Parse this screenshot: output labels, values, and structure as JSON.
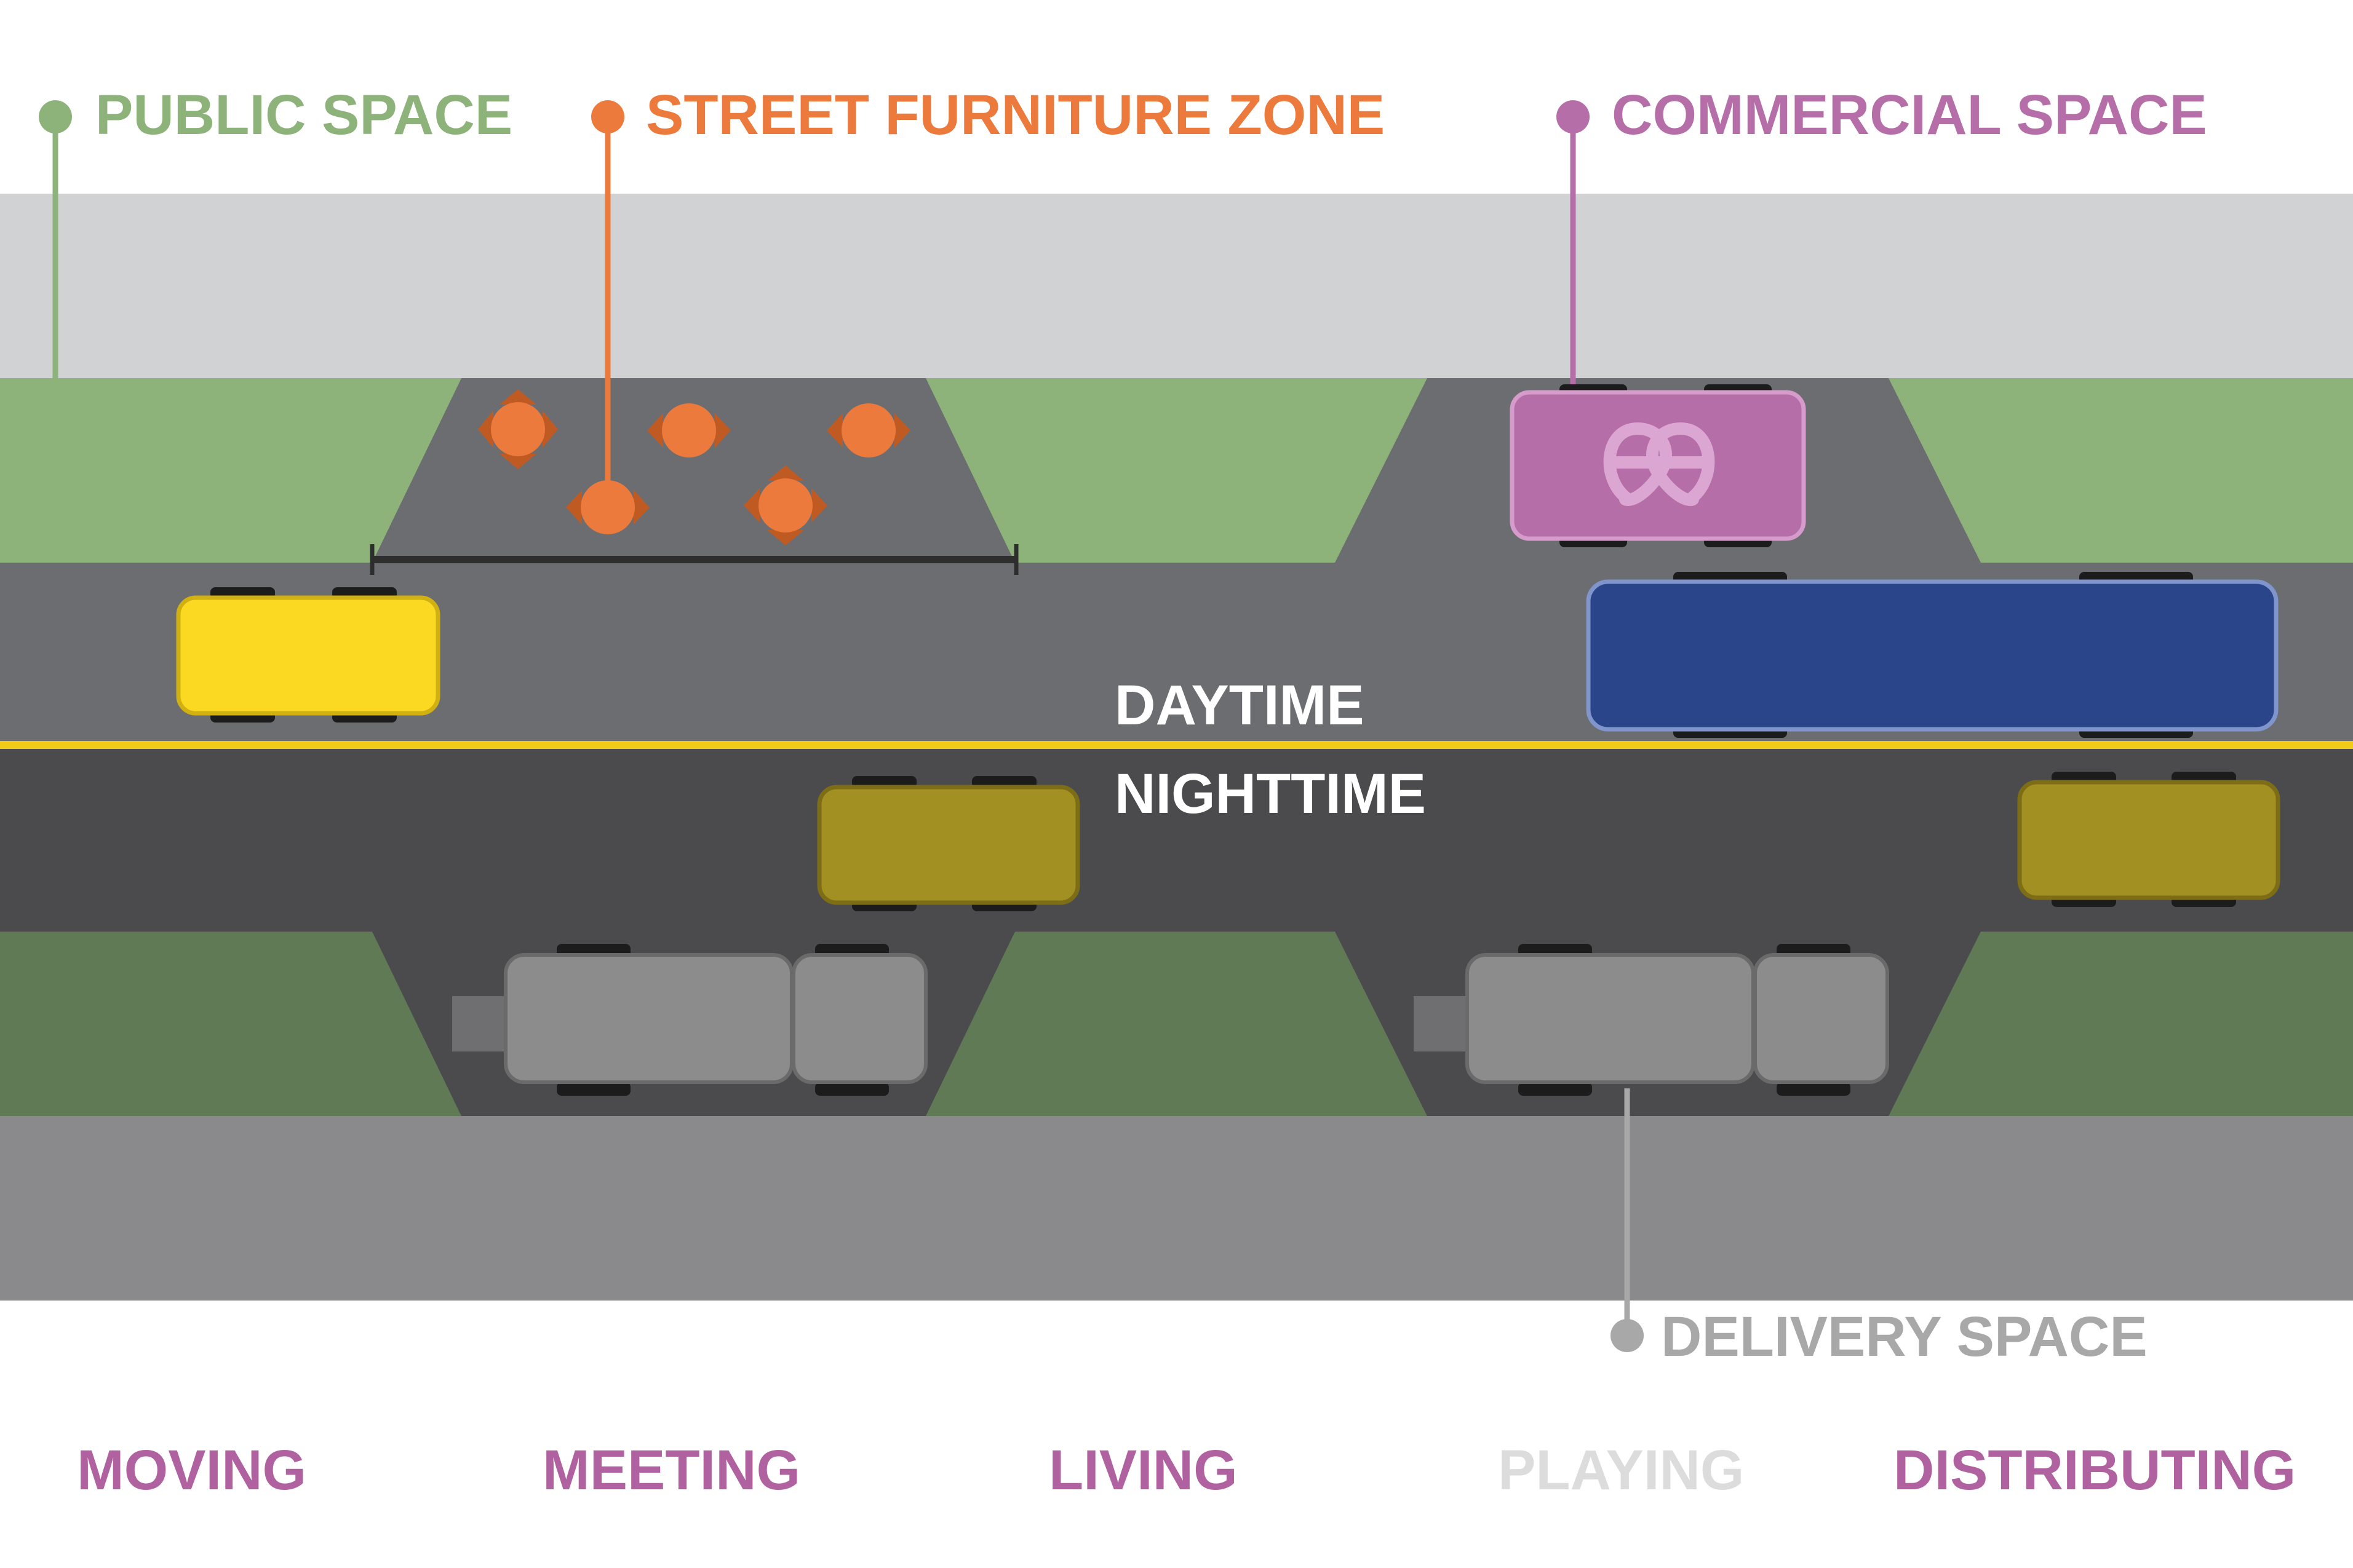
{
  "callouts": {
    "public_space": "PUBLIC SPACE",
    "street_furniture_zone": "STREET FURNITURE ZONE",
    "commercial_space": "COMMERCIAL SPACE",
    "delivery_space": "DELIVERY SPACE"
  },
  "center": {
    "daytime": "DAYTIME",
    "nighttime": "NIGHTTIME"
  },
  "footer": {
    "moving": "MOVING",
    "meeting": "MEETING",
    "living": "LIVING",
    "playing": "PLAYING",
    "distributing": "DISTRIBUTING"
  },
  "colors": {
    "public_space": "#8db37a",
    "street_furniture": "#ec7a3c",
    "commercial": "#b56ea8",
    "delivery": "#a8a8a8",
    "footer_active": "#b062a0",
    "footer_faded": "#dcdcdc",
    "center_line": "#f0cc18",
    "taxi": "#fbd821",
    "taxi_night": "#a39022",
    "bus": "#2a458a"
  },
  "icons": {
    "commercial_truck_icon": "pretzel-icon"
  }
}
